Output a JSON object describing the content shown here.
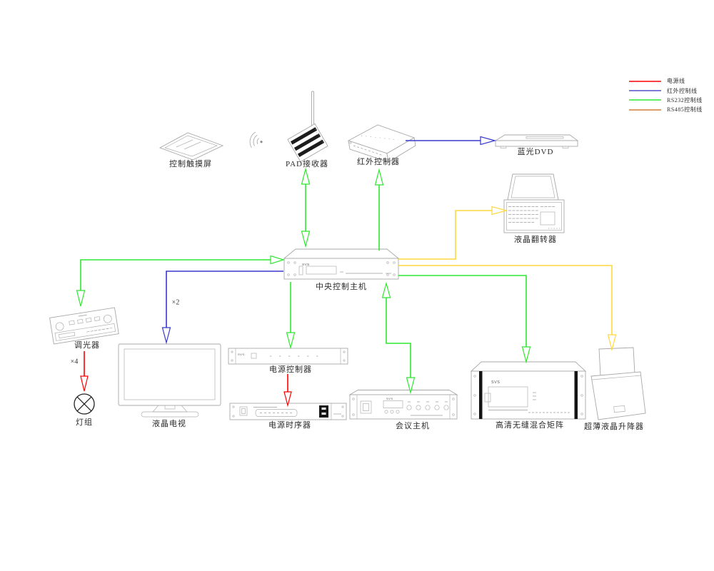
{
  "colors": {
    "power": "#ff0000",
    "ir": "#3838cc",
    "rs232": "#2ee82e",
    "rs485": "#ffd83e",
    "outline": "#a8a8a8",
    "lamp": "#222222"
  },
  "legend": {
    "items": [
      {
        "label": "电源线",
        "color": "#ff0000"
      },
      {
        "label": "红外控制线",
        "color": "#5252cc"
      },
      {
        "label": "RS232控制线",
        "color": "#2ee82e"
      },
      {
        "label": "RS485控制线",
        "color": "#cf7e3a"
      }
    ]
  },
  "devices": {
    "touch_screen": {
      "label": "控制触摸屏"
    },
    "pad_receiver": {
      "label": "PAD接收器"
    },
    "ir_controller": {
      "label": "红外控制器"
    },
    "bluray_dvd": {
      "label": "蓝光DVD"
    },
    "lcd_flipper": {
      "label": "液晶翻转器"
    },
    "central_host": {
      "label": "中央控制主机",
      "brand": "SVS"
    },
    "dimmer": {
      "label": "调光器"
    },
    "lamp_group": {
      "label": "灯组"
    },
    "lcd_tv": {
      "label": "液晶电视"
    },
    "power_controller": {
      "label": "电源控制器",
      "brand": "SVS"
    },
    "power_sequencer": {
      "label": "电源时序器"
    },
    "conference_host": {
      "label": "会议主机",
      "brand": "SVS"
    },
    "matrix": {
      "label": "高清无缝混合矩阵",
      "brand": "SVS"
    },
    "lcd_lifter": {
      "label": "超薄液晶升降器"
    }
  },
  "annotations": {
    "tv_count": "×2",
    "lamp_count": "×4"
  }
}
